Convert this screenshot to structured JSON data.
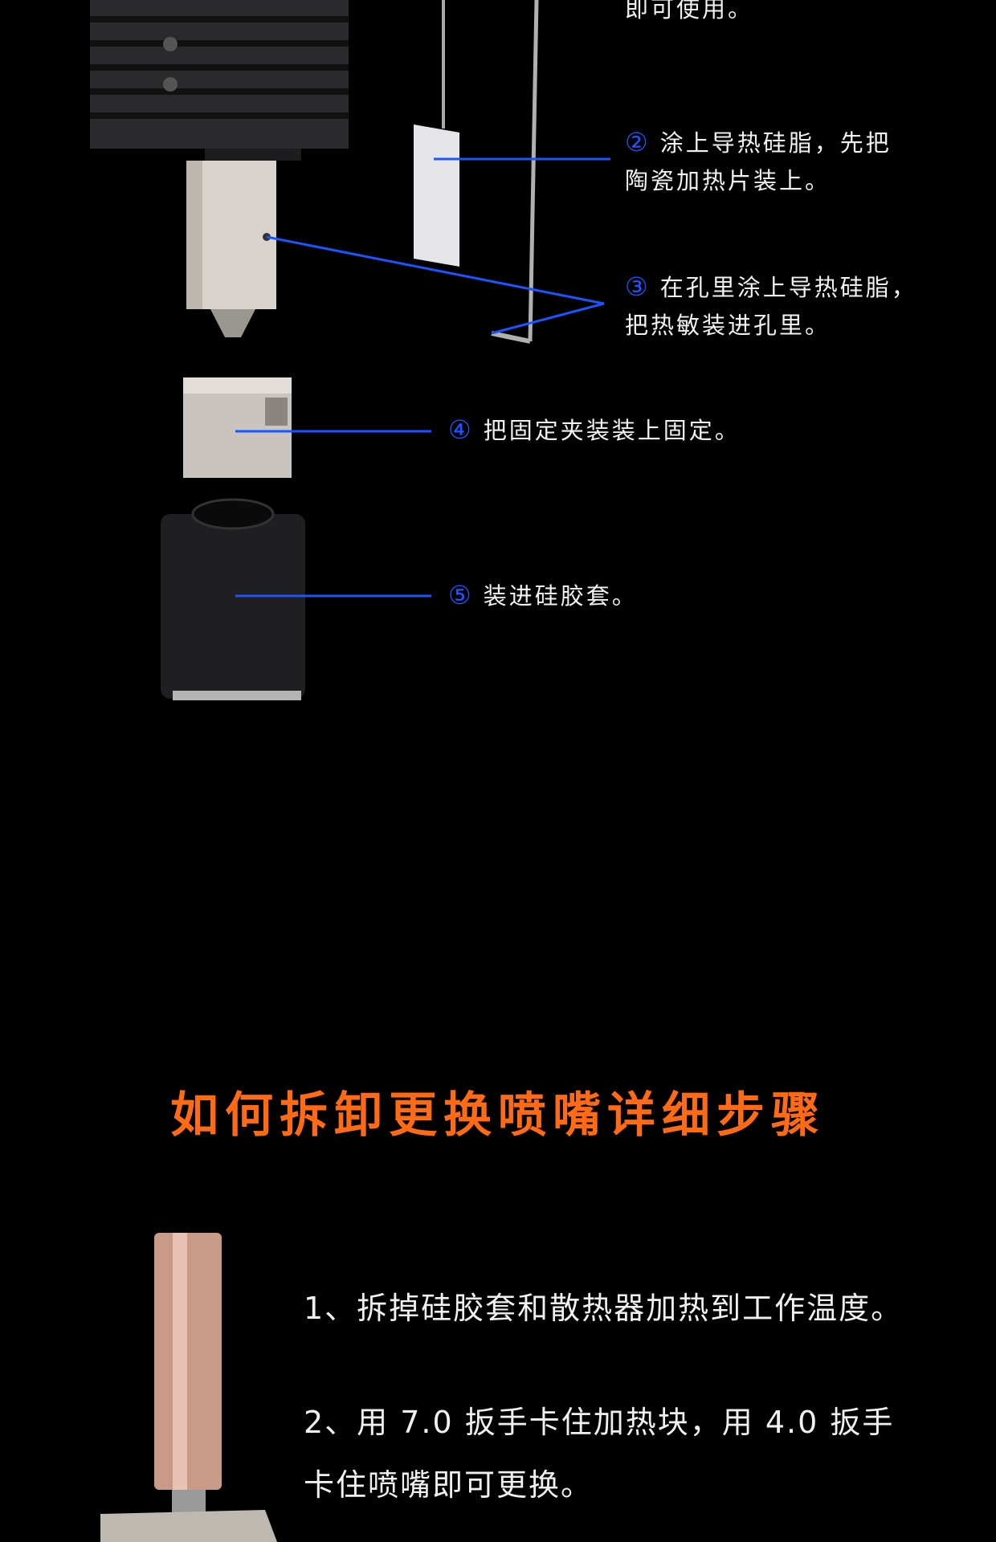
{
  "install_steps": {
    "step1_tail": "即可使用。",
    "step2": {
      "num": "②",
      "line1": "涂上导热硅脂，先把",
      "line2": "陶瓷加热片装上。"
    },
    "step3": {
      "num": "③",
      "line1": "在孔里涂上导热硅脂，",
      "line2": "把热敏装进孔里。"
    },
    "step4": {
      "num": "④",
      "text": "把固定夹装装上固定。"
    },
    "step5": {
      "num": "⑤",
      "text": "装进硅胶套。"
    }
  },
  "nozzle_section": {
    "title": "如何拆卸更换喷嘴详细步骤",
    "step1": "1、拆掉硅胶套和散热器加热到工作温度。",
    "step2_line1": "2、用 7.0 扳手卡住加热块，用 4.0 扳手",
    "step2_line2": "卡住喷嘴即可更换。"
  },
  "colors": {
    "accent": "#1a55ff",
    "title": "#ff6a14"
  }
}
